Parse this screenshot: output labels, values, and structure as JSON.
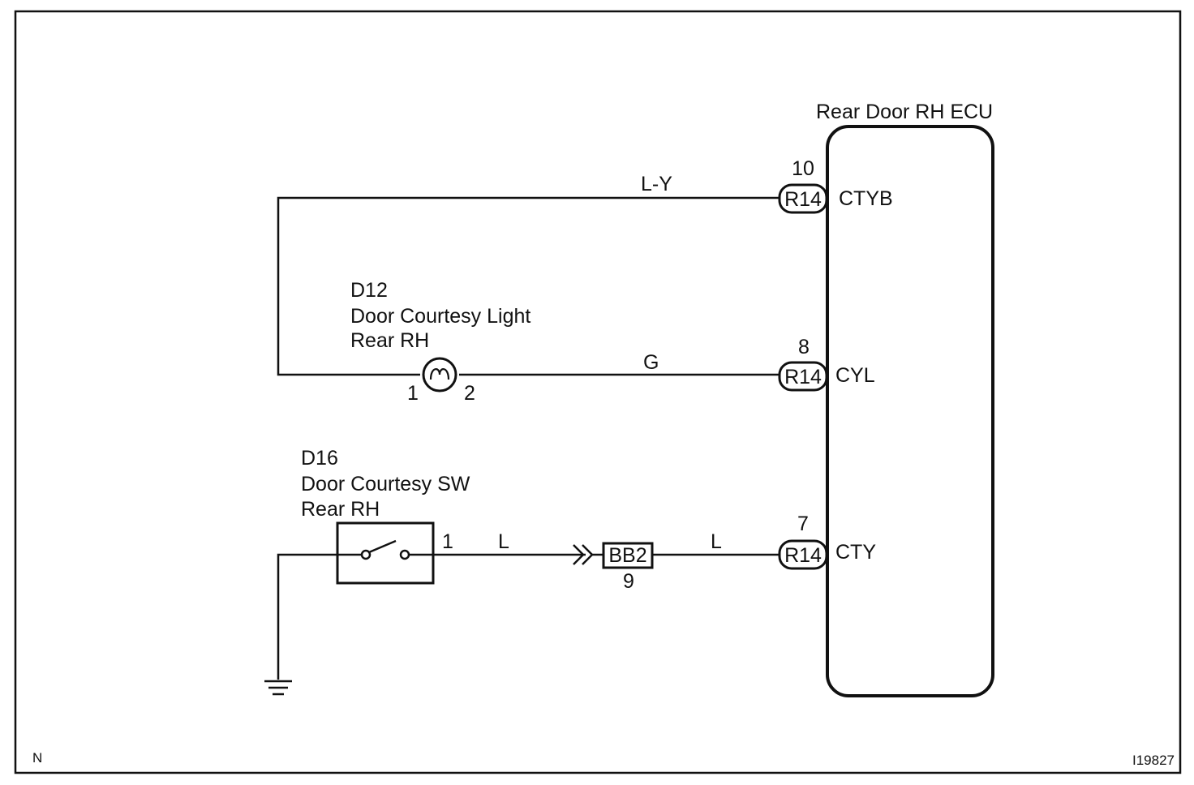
{
  "ecu": {
    "title": "Rear Door RH ECU",
    "pins": [
      {
        "pin_number": "10",
        "connector": "R14",
        "terminal": "CTYB"
      },
      {
        "pin_number": "8",
        "connector": "R14",
        "terminal": "CYL"
      },
      {
        "pin_number": "7",
        "connector": "R14",
        "terminal": "CTY"
      }
    ]
  },
  "wires": {
    "ctyb_color": "L-Y",
    "cyl_color": "G",
    "cty_switch_color": "L",
    "cty_ecu_color": "L"
  },
  "light": {
    "code": "D12",
    "name": "Door Courtesy Light",
    "location": "Rear RH",
    "terminal_1": "1",
    "terminal_2": "2"
  },
  "switch": {
    "code": "D16",
    "name": "Door Courtesy SW",
    "location": "Rear RH",
    "terminal_1": "1"
  },
  "junction": {
    "connector": "BB2",
    "pin": "9"
  },
  "footer": {
    "left_mark": "N",
    "figure_id": "I19827"
  }
}
